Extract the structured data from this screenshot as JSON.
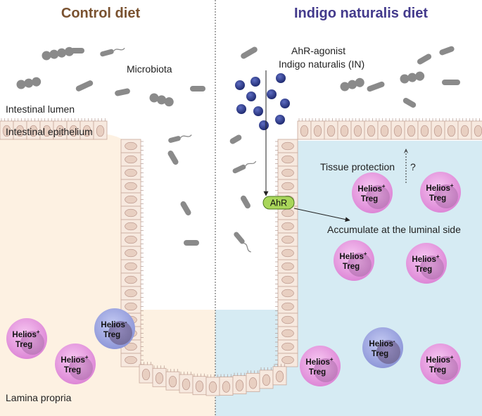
{
  "titles": {
    "control": "Control diet",
    "indigo": "Indigo naturalis diet",
    "control_color": "#7a5230",
    "indigo_color": "#433a8c"
  },
  "labels": {
    "microbiota": "Microbiota",
    "lumen": "Intestinal lumen",
    "epithelium": "Intestinal epithelium",
    "lamina": "Lamina propria",
    "agonist_line1": "AhR-agonist",
    "agonist_line2": "Indigo naturalis (IN)",
    "ahr": "AhR",
    "tissue_protection": "Tissue protection",
    "question": "?",
    "accumulate": "Accumulate at the luminal side"
  },
  "cell_text": {
    "helios": "Helios",
    "treg": "Treg",
    "plus": "+",
    "minus": "-"
  },
  "cells": {
    "control": [
      "plus",
      "minus",
      "plus"
    ],
    "indigo": [
      "plus",
      "plus",
      "plus",
      "plus",
      "plus",
      "minus",
      "plus"
    ]
  },
  "colors": {
    "control_bg": "#fdf1e2",
    "indigo_bg": "#d6ebf3",
    "epithelial_cell": "#f7e9df",
    "helios_pos": "#e99ce2",
    "helios_neg": "#9aa2de",
    "ahr_badge": "#a9d65a",
    "agonist_dot": "#2c3a86",
    "bacteria": "#8a8a8a"
  },
  "icons": [
    "bacteria-icon",
    "agonist-molecule-icon",
    "arrow-icon"
  ]
}
